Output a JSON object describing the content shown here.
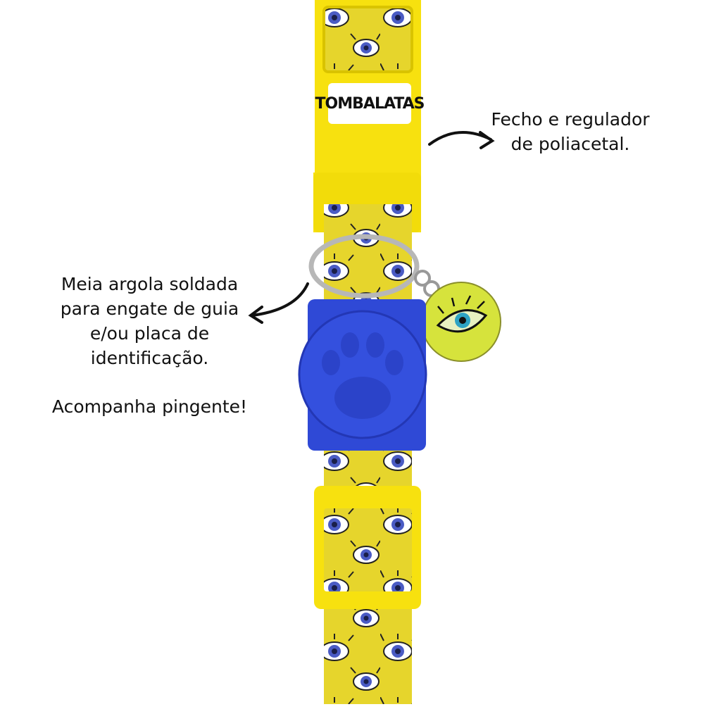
{
  "callouts": {
    "buckle": {
      "line1": "Fecho e regulador",
      "line2": "de poliacetal."
    },
    "ring": {
      "line1": "Meia argola soldada",
      "line2": "para engate de guia",
      "line3": "e/ou placa de",
      "line4": "identificação."
    },
    "pendant_note": "Acompanha pingente!"
  },
  "product": {
    "brand_logo": "TOMBALATAS"
  },
  "colors": {
    "strap": "#e9d92a",
    "buckle": "#f7e10f",
    "tag": "#2f49d6",
    "pendant": "#d6e33c"
  }
}
